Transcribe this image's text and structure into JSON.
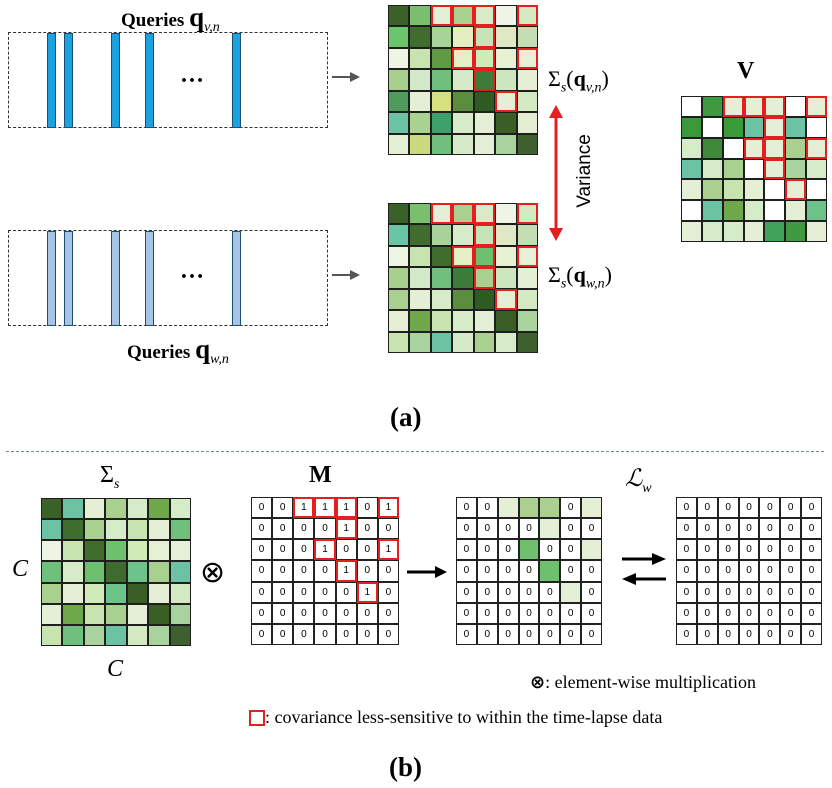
{
  "panel_a": {
    "caption": "(a)",
    "top_queries": {
      "label_word": "Queries",
      "label_symbol": "q",
      "label_sub": "v,n",
      "bar_color": "#1aa3e0",
      "dots": "…"
    },
    "bottom_queries": {
      "label_word": "Queries",
      "label_symbol": "q",
      "label_sub": "w,n",
      "bar_color": "#a7c4e4",
      "dots": "…"
    },
    "top_sigma": {
      "sigma": "Σ",
      "sub": "s",
      "open": "(",
      "q": "q",
      "qsub": "v,n",
      "close": ")"
    },
    "bottom_sigma": {
      "sigma": "Σ",
      "sub": "s",
      "open": "(",
      "q": "q",
      "qsub": "w,n",
      "close": ")"
    },
    "variance_label": "Variance",
    "v_title": "V",
    "top_matrix": {
      "colors": [
        [
          "#3a6128",
          "#7bbf6e",
          "#e4f0d6",
          "#a9d08e",
          "#d6ebc6",
          "#eef5e6",
          "#d3e9c0"
        ],
        [
          "#69c66d",
          "#3f6d2e",
          "#a7d29a",
          "#e5eec0",
          "#c6e3b7",
          "#dfe8c4",
          "#c5ddb2"
        ],
        [
          "#eef5e4",
          "#c6e3b0",
          "#5f9a45",
          "#e4efc6",
          "#d0ebb8",
          "#e6f0d3",
          "#e6f0d6"
        ],
        [
          "#a7d08e",
          "#d2e8c8",
          "#6fbf7d",
          "#d6e9c8",
          "#3e7b3a",
          "#cbe7bd",
          "#e4efd6"
        ],
        [
          "#4e9b5d",
          "#e4efd6",
          "#d6e07f",
          "#5b8d3f",
          "#2f5a22",
          "#e6efd6",
          "#d2e9c2"
        ],
        [
          "#6bc3a4",
          "#a9d190",
          "#3ba26a",
          "#d6ebc8",
          "#e4efd6",
          "#3a5f24",
          "#e2edd2"
        ],
        [
          "#e4efd6",
          "#c9d97e",
          "#6fbf7d",
          "#d6e9c8",
          "#e4efd6",
          "#a9d39e",
          "#3e5f2e"
        ]
      ],
      "highlights": [
        [
          0,
          2
        ],
        [
          0,
          3
        ],
        [
          0,
          4
        ],
        [
          0,
          6
        ],
        [
          1,
          4
        ],
        [
          2,
          3
        ],
        [
          2,
          4
        ],
        [
          2,
          6
        ],
        [
          3,
          4
        ],
        [
          4,
          5
        ]
      ]
    },
    "bottom_matrix": {
      "colors": [
        [
          "#3a6128",
          "#7bbf6e",
          "#e4f0d6",
          "#a9d08e",
          "#d6ebc6",
          "#eef5e6",
          "#d3e9c0"
        ],
        [
          "#69c6a4",
          "#3f6d2e",
          "#a7d29a",
          "#d6ebc8",
          "#c6e3b7",
          "#dfe8c4",
          "#c5ddb2"
        ],
        [
          "#eef5e4",
          "#c6e3b0",
          "#3f6d2e",
          "#e4efc6",
          "#6ec06e",
          "#e6f0d3",
          "#e6f0d6"
        ],
        [
          "#a7d08e",
          "#d2e8c8",
          "#6fbf7d",
          "#3e7b3a",
          "#a9d08e",
          "#cbe7bd",
          "#e4efd6"
        ],
        [
          "#a9d08e",
          "#e4efd6",
          "#d6ebc8",
          "#5b8d3f",
          "#2f5a22",
          "#e6efd6",
          "#d2e9c2"
        ],
        [
          "#e4efd6",
          "#6fa84a",
          "#c6e3b0",
          "#d6ebc8",
          "#e4efd6",
          "#3a5f24",
          "#a9d39e"
        ],
        [
          "#c6e3b0",
          "#a9d39e",
          "#6bc3a4",
          "#d6e9c8",
          "#a9d08e",
          "#d6ebc8",
          "#3e5f2e"
        ]
      ],
      "highlights": [
        [
          0,
          2
        ],
        [
          0,
          3
        ],
        [
          0,
          4
        ],
        [
          0,
          6
        ],
        [
          1,
          4
        ],
        [
          2,
          3
        ],
        [
          2,
          4
        ],
        [
          2,
          6
        ],
        [
          3,
          4
        ],
        [
          4,
          5
        ]
      ]
    },
    "v_matrix": {
      "colors": [
        [
          "#ffffff",
          "#3f9a3f",
          "#e4efd6",
          "#e4efd6",
          "#e4efd6",
          "#ffffff",
          "#e4efd6"
        ],
        [
          "#3a9a3a",
          "#ffffff",
          "#3a9a3a",
          "#6bc3a4",
          "#e4efd6",
          "#6bc3a4",
          "#ffffff"
        ],
        [
          "#d6ebc8",
          "#3f8a3a",
          "#ffffff",
          "#e4efd6",
          "#e4efd6",
          "#a9d08e",
          "#e4efd6"
        ],
        [
          "#6bc3a4",
          "#d6ebc8",
          "#a9d08e",
          "#ffffff",
          "#e4efd6",
          "#a9d39e",
          "#d6ebc8"
        ],
        [
          "#e4efd6",
          "#a9d08e",
          "#c6e3b0",
          "#e4efd6",
          "#ffffff",
          "#e4efd6",
          "#ffffff"
        ],
        [
          "#ffffff",
          "#6bc3a4",
          "#6fa84a",
          "#d6ebc8",
          "#ffffff",
          "#e4efd6",
          "#6bc38a"
        ],
        [
          "#e4efd6",
          "#d6ebc8",
          "#d6ebc8",
          "#e4efd6",
          "#3fa35a",
          "#3f9a3f",
          "#e4efd6"
        ]
      ],
      "highlights": [
        [
          0,
          2
        ],
        [
          0,
          3
        ],
        [
          0,
          4
        ],
        [
          0,
          6
        ],
        [
          1,
          4
        ],
        [
          2,
          3
        ],
        [
          2,
          4
        ],
        [
          2,
          6
        ],
        [
          3,
          4
        ],
        [
          4,
          5
        ]
      ]
    }
  },
  "panel_b": {
    "caption": "(b)",
    "sigma_title": "Σ",
    "sigma_title_sub": "s",
    "c_left": "C",
    "c_bottom": "C",
    "otimes": "⊗",
    "m_title": "M",
    "loss_title": "ℒ",
    "loss_sub": "w",
    "sigma_matrix": {
      "colors": [
        [
          "#3a6128",
          "#6bc3a4",
          "#e4efd6",
          "#a9d08e",
          "#d6ebc8",
          "#6fa84a",
          "#d6ebc8"
        ],
        [
          "#6bc3a4",
          "#3f6d2e",
          "#a9d08e",
          "#d6ebc8",
          "#c6e3b0",
          "#e4efd6",
          "#6fbf7d"
        ],
        [
          "#eef5e4",
          "#c6e3b0",
          "#3f6d2e",
          "#6ec06e",
          "#d0ebb8",
          "#e6f0d3",
          "#e6f0d6"
        ],
        [
          "#6fbf7d",
          "#d6ebc8",
          "#6ec06e",
          "#3e6b2e",
          "#6bc38a",
          "#a9d08e",
          "#6bc3a4"
        ],
        [
          "#a9d08e",
          "#e4efd6",
          "#d0ebb8",
          "#6bc38a",
          "#3a5f24",
          "#e6efd6",
          "#d2e9c2"
        ],
        [
          "#e4efd6",
          "#6fa84a",
          "#c6e3b0",
          "#a9d08e",
          "#e4efd6",
          "#3a5f24",
          "#a9d39e"
        ],
        [
          "#c6e3b0",
          "#6fbf7d",
          "#a9d39e",
          "#6bc3a4",
          "#d2e9c2",
          "#a9d39e",
          "#3e5f2e"
        ]
      ]
    },
    "m_matrix": {
      "values": [
        [
          "0",
          "0",
          "1",
          "1",
          "1",
          "0",
          "1"
        ],
        [
          "0",
          "0",
          "0",
          "0",
          "1",
          "0",
          "0"
        ],
        [
          "0",
          "0",
          "0",
          "1",
          "0",
          "0",
          "1"
        ],
        [
          "0",
          "0",
          "0",
          "0",
          "1",
          "0",
          "0"
        ],
        [
          "0",
          "0",
          "0",
          "0",
          "0",
          "1",
          "0"
        ],
        [
          "0",
          "0",
          "0",
          "0",
          "0",
          "0",
          "0"
        ],
        [
          "0",
          "0",
          "0",
          "0",
          "0",
          "0",
          "0"
        ]
      ],
      "highlights": [
        [
          0,
          2
        ],
        [
          0,
          3
        ],
        [
          0,
          4
        ],
        [
          0,
          6
        ],
        [
          1,
          4
        ],
        [
          2,
          3
        ],
        [
          2,
          6
        ],
        [
          3,
          4
        ],
        [
          4,
          5
        ]
      ]
    },
    "product_matrix": {
      "values": [
        [
          "0",
          "0",
          "",
          "",
          "",
          "0",
          ""
        ],
        [
          "0",
          "0",
          "0",
          "0",
          "",
          "0",
          "0"
        ],
        [
          "0",
          "0",
          "0",
          "",
          "0",
          "0",
          ""
        ],
        [
          "0",
          "0",
          "0",
          "0",
          "",
          "0",
          "0"
        ],
        [
          "0",
          "0",
          "0",
          "0",
          "0",
          "",
          "0"
        ],
        [
          "0",
          "0",
          "0",
          "0",
          "0",
          "0",
          "0"
        ],
        [
          "0",
          "0",
          "0",
          "0",
          "0",
          "0",
          "0"
        ]
      ],
      "colors": [
        [
          "",
          "",
          "#e4efd6",
          "#a9d08e",
          "#a9d08e",
          "",
          "#e4efd6"
        ],
        [
          "",
          "",
          "",
          "",
          "#e4efd6",
          "",
          ""
        ],
        [
          "",
          "",
          "",
          "#6ec06e",
          "",
          "",
          "#e4efd6"
        ],
        [
          "",
          "",
          "",
          "",
          "#6ec06e",
          "",
          ""
        ],
        [
          "",
          "",
          "",
          "",
          "",
          "#e4efd6",
          ""
        ],
        [
          "",
          "",
          "",
          "",
          "",
          "",
          ""
        ],
        [
          "",
          "",
          "",
          "",
          "",
          "",
          ""
        ]
      ]
    },
    "zero_matrix": {
      "values": [
        [
          "0",
          "0",
          "0",
          "0",
          "0",
          "0",
          "0"
        ],
        [
          "0",
          "0",
          "0",
          "0",
          "0",
          "0",
          "0"
        ],
        [
          "0",
          "0",
          "0",
          "0",
          "0",
          "0",
          "0"
        ],
        [
          "0",
          "0",
          "0",
          "0",
          "0",
          "0",
          "0"
        ],
        [
          "0",
          "0",
          "0",
          "0",
          "0",
          "0",
          "0"
        ],
        [
          "0",
          "0",
          "0",
          "0",
          "0",
          "0",
          "0"
        ],
        [
          "0",
          "0",
          "0",
          "0",
          "0",
          "0",
          "0"
        ]
      ]
    },
    "legend_otimes_symbol": "⊗",
    "legend_otimes_text": ": element-wise multiplication",
    "legend_box_text": ": covariance less-sensitive to within the time-lapse data",
    "highlight_color": "#e51f1f"
  }
}
